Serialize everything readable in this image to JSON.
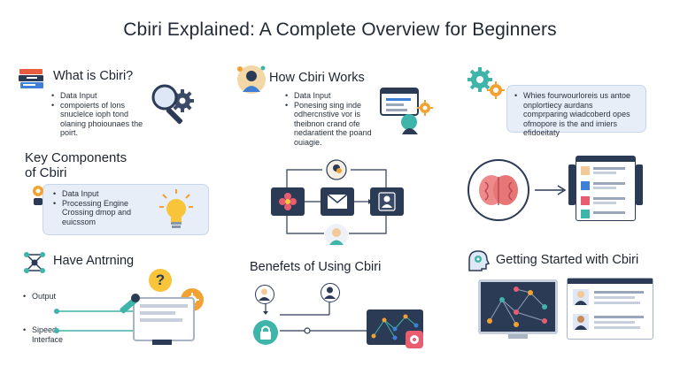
{
  "title": "Cbiri Explained: A Complete Overview for Beginners",
  "s1": {
    "heading": "What is Cbiri?",
    "b1": "Data Input",
    "b2": "compoierts of lons snuclelce ioph tond olaning phoiounaes the poirt."
  },
  "s2": {
    "heading": "How Cbiri Works",
    "b1": "Data Input",
    "b2": "Ponesing sing inde odhercnstive vor is theibnon crand ofe nedaratient the poand ouiagie."
  },
  "s3": {
    "text": "Whies fourwourloreis us antoe onplortiecy aurdans comprparing wiadcoberd opes ofmopore is the and imiers efidoeitaty"
  },
  "s4": {
    "heading_l1": "Key Components",
    "heading_l2": "of Cbiri",
    "b1": "Data Input",
    "b2": "Processing Engine Crossing dmop and euicssom"
  },
  "s5": {
    "heading": "Have Antrning",
    "output": "Output",
    "speed_l1": "Sipeed",
    "speed_l2": "Interface"
  },
  "s6": {
    "heading": "Benefets of Using Cbiri"
  },
  "s7": {
    "heading": "Getting Started with Cbiri"
  },
  "icons": {
    "question": "?"
  },
  "colors": {
    "navy": "#2b3a55",
    "slate": "#3b4a66",
    "orange": "#f2a232",
    "yellow": "#f7c43a",
    "teal": "#3fb4a8",
    "blue": "#3f7fd6",
    "pink": "#e85d6f",
    "panel": "#e8eef8"
  }
}
